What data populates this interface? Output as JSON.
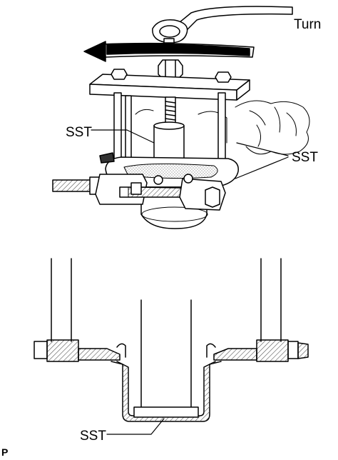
{
  "labels": {
    "turn": "Turn",
    "sst_left": "SST",
    "sst_right": "SST",
    "sst_bottom": "SST",
    "figure_code": "P"
  },
  "colors": {
    "line": "#000000",
    "hatch": "#555555",
    "background": "#ffffff"
  }
}
